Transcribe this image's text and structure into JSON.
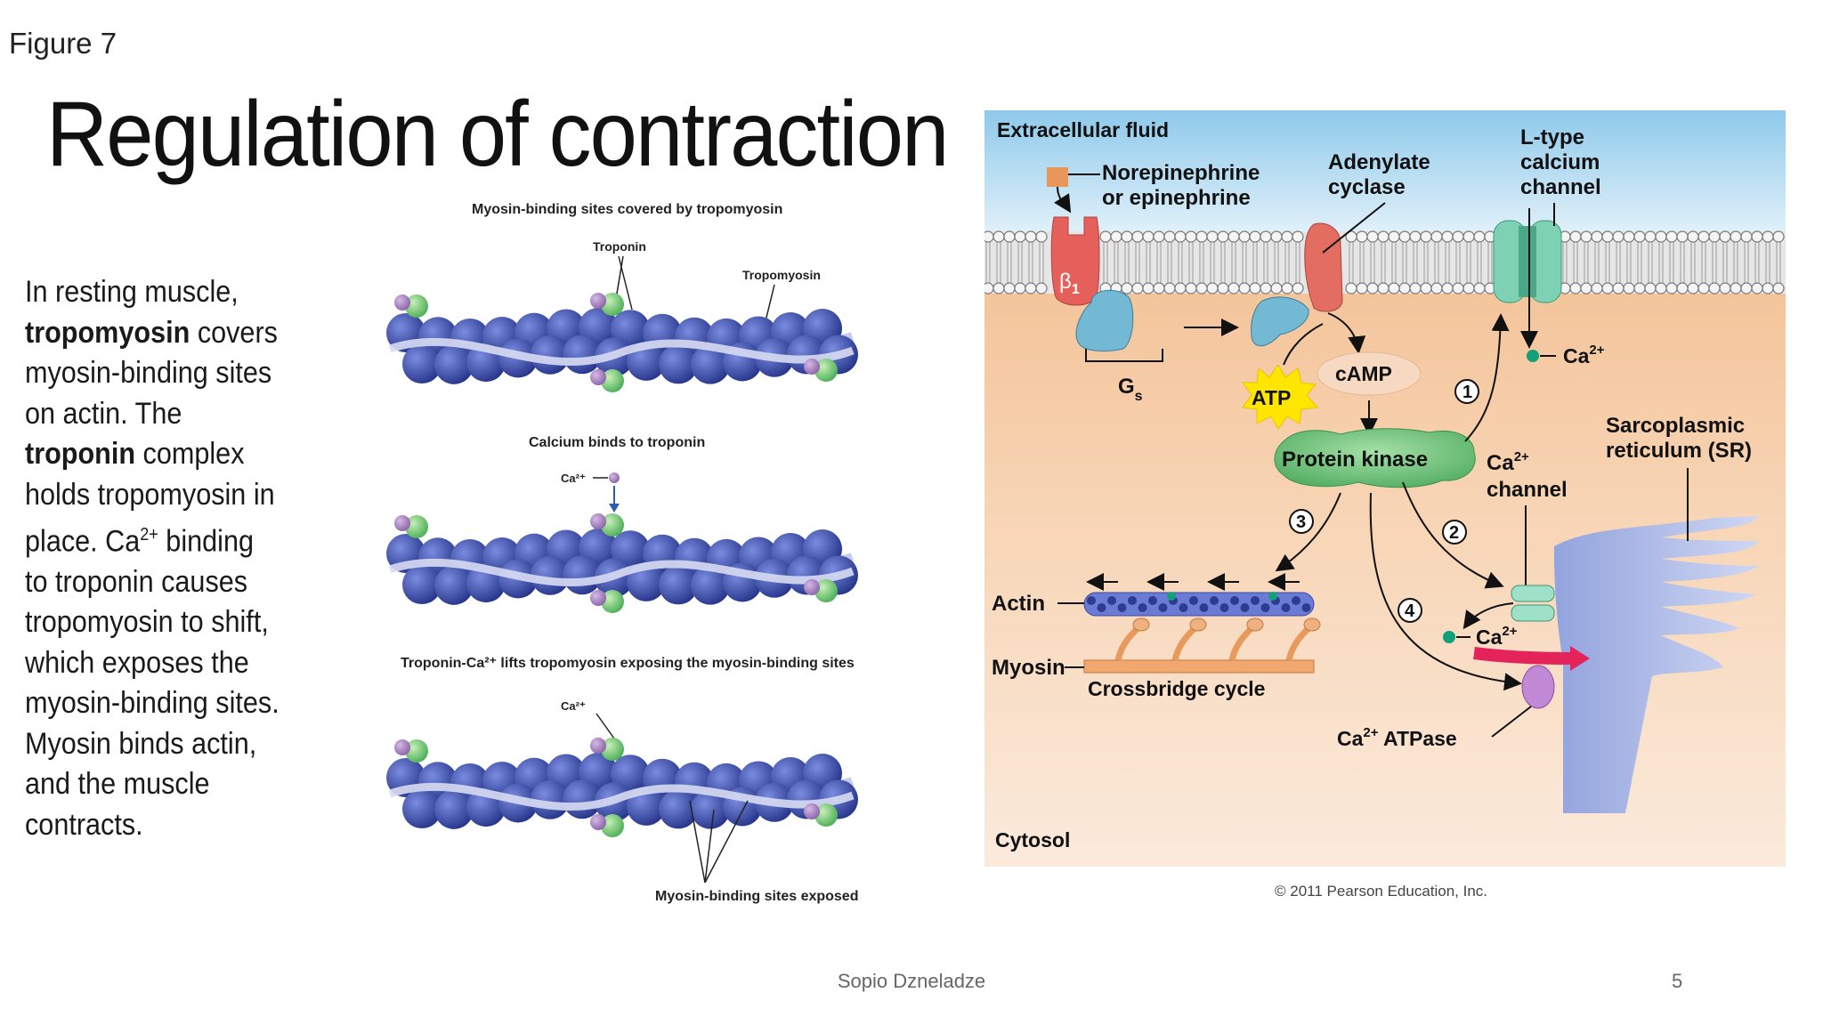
{
  "figure_label": "Figure 7",
  "title": "Regulation of contraction",
  "body": {
    "p1": "In resting muscle,",
    "tropomyosin": "tropomyosin",
    "covers": " covers",
    "p3": "myosin-binding sites",
    "p4": "on actin. The",
    "troponin": "troponin",
    "complex": " complex",
    "p6": "holds tropomyosin in",
    "p7a": "place. Ca",
    "p7sup": "2+",
    "p7b": " binding",
    "p8": "to troponin causes",
    "p9": "tropomyosin to shift,",
    "p10": "which exposes the",
    "p11": "myosin-binding sites.",
    "p12": "Myosin binds actin,",
    "p13": "and the muscle",
    "p14": "contracts."
  },
  "filament_diagram": {
    "caption1": "Myosin-binding sites covered by tropomyosin",
    "troponin": "Troponin",
    "tropomyosin": "Tropomyosin",
    "caption2": "Calcium binds to troponin",
    "ca_label": "Ca²⁺",
    "caption3": "Troponin-Ca²⁺ lifts tropomyosin exposing the myosin-binding sites",
    "ca_label2": "Ca²⁺",
    "caption4": "Myosin-binding sites exposed"
  },
  "pathway": {
    "extracellular": "Extracellular fluid",
    "norepi1": "Norepinephrine",
    "norepi2": "or epinephrine",
    "adenylate1": "Adenylate",
    "adenylate2": "cyclase",
    "ltype1": "L-type",
    "ltype2": "calcium",
    "ltype3": "channel",
    "beta1": "β",
    "beta1_sub": "1",
    "gs": "G",
    "gs_sub": "s",
    "atp": "ATP",
    "camp": "cAMP",
    "ca_top": "Ca",
    "ca_sup": "2+",
    "step1": "1",
    "step2": "2",
    "step3": "3",
    "step4": "4",
    "protein_kinase": "Protein kinase",
    "ca_channel1": "Ca",
    "ca_channel_sup": "2+",
    "ca_channel2": "channel",
    "sr1": "Sarcoplasmic",
    "sr2": "reticulum (SR)",
    "actin": "Actin",
    "myosin": "Myosin",
    "crossbridge": "Crossbridge cycle",
    "ca_release": "Ca",
    "ca_release_sup": "2+",
    "atpase_ca": "Ca",
    "atpase_sup": "2+",
    "atpase": " ATPase",
    "cytosol": "Cytosol",
    "copyright": "© 2011 Pearson Education, Inc."
  },
  "footer": {
    "author": "Sopio Dzneladze",
    "page": "5"
  },
  "colors": {
    "actin": "#3b4fb0",
    "troponin": "#7ccf7c",
    "tropomyosin": "#c8cbe8",
    "protein_kinase": "#6cc27a",
    "cytosol": "#f2c39a",
    "extracellular": "#b3daf0",
    "sr": "#a8b4e4"
  }
}
